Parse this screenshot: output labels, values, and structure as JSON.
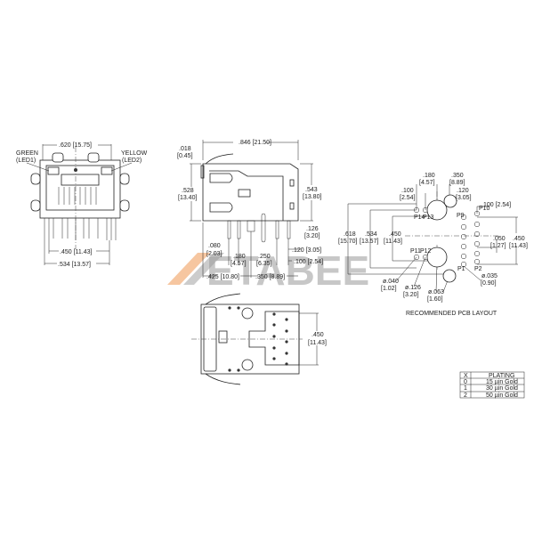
{
  "watermark": {
    "text": "ETABEE",
    "colors": {
      "gray": "#9a9a9a",
      "orange": "#f0a060"
    }
  },
  "front_view": {
    "labels": {
      "green": "GREEN",
      "green_led": "(LED1)",
      "yellow": "YELLOW",
      "yellow_led": "(LED2)"
    },
    "dims": {
      "width_top": ".620 [15.75]",
      "pin_span": ".450 [11.43]",
      "overall": ".534 [13.57]"
    }
  },
  "side_view": {
    "dims": {
      "length": ".846 [21.50]",
      "offset_in": ".018",
      "offset_mm": "[0.45]",
      "height_left_in": ".528",
      "height_left_mm": "[13.40]",
      "height_right_in": ".543",
      "height_right_mm": "[13.80]",
      "pin_len_in": ".126",
      "pin_len_mm": "[3.20]",
      "d080_in": ".080",
      "d080_mm": "[2.03]",
      "d180_in": ".180",
      "d180_mm": "[4.57]",
      "d250_in": ".250",
      "d250_mm": "[6.35]",
      "d120": ".120 [3.05]",
      "d100": ".100 [2.54]",
      "d425": ".425 [10.80]",
      "d350": ".350 [8.89]"
    }
  },
  "bottom_view": {
    "dims": {
      "span_in": ".450",
      "span_mm": "[11.43]"
    }
  },
  "pcb_layout": {
    "title": "RECOMMENDED PCB LAYOUT",
    "pins": {
      "p1": "P1",
      "p2": "P2",
      "p9": "P9",
      "p10": "P10",
      "p11": "P11",
      "p12": "P12",
      "p13": "P13",
      "p14": "P14"
    },
    "dims": {
      "d180_in": ".180",
      "d180_mm": "[4.57]",
      "d350_in": ".350",
      "d350_mm": "[8.89]",
      "d100_in": ".100",
      "d100_mm": "[2.54]",
      "d120_in": ".120",
      "d120_mm": "[3.05]",
      "d100_r": ".100 [2.54]",
      "d618_in": ".618",
      "d618_mm": "[15.70]",
      "d534_in": ".534",
      "d534_mm": "[13.57]",
      "d450_in": ".450",
      "d450_mm": "[11.43]",
      "d050_in": ".050",
      "d050_mm": "[1.27]",
      "d450r_in": ".450",
      "d450r_mm": "[11.43]",
      "h040_in": "ø.040",
      "h040_mm": "[1.02]",
      "h126_in": "ø.126",
      "h126_mm": "[3.20]",
      "h063_in": "ø.063",
      "h063_mm": "[1.60]",
      "h035_in": "ø.035",
      "h035_mm": "[0.90]"
    }
  },
  "plating_table": {
    "headers": [
      "X",
      "PLATING"
    ],
    "rows": [
      [
        "0",
        "15 µin Gold"
      ],
      [
        "1",
        "30 µin Gold"
      ],
      [
        "2",
        "50 µin Gold"
      ]
    ]
  }
}
